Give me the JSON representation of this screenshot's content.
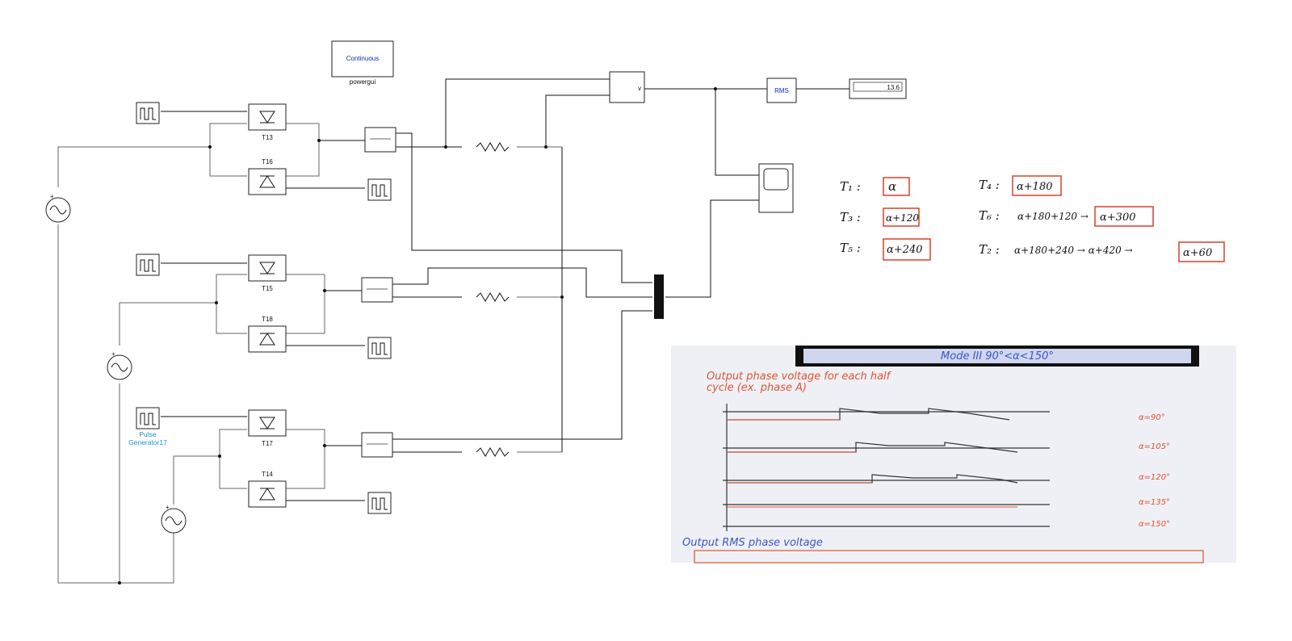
{
  "powergui": {
    "mode": "Continuous",
    "name": "powergui"
  },
  "rms_block": {
    "label": "RMS"
  },
  "display": {
    "value": "13.6"
  },
  "pulse_generator_label": "Pulse\nGenerator17",
  "thyristors": [
    "T13",
    "T16",
    "T15",
    "T18",
    "T17",
    "T14"
  ],
  "notes": {
    "left": [
      {
        "lhs": "T₁ :",
        "rhs": "α"
      },
      {
        "lhs": "T₃ :",
        "rhs": "α+120"
      },
      {
        "lhs": "T₅ :",
        "rhs": "α+240"
      }
    ],
    "right": [
      {
        "lhs": "T₄ :",
        "rhs": "α+180",
        "expr": ""
      },
      {
        "lhs": "T₆ :",
        "expr": "α+180+120 →",
        "rhs": "α+300"
      },
      {
        "lhs": "T₂ :",
        "expr": "α+180+240 → α+420 →",
        "rhs": "α+60"
      }
    ]
  },
  "lecture_image": {
    "banner": "Mode III   90°<α<150°",
    "heading_line1": "Output phase voltage for each half",
    "heading_line2": "cycle (ex. phase A)",
    "row_labels": [
      "α=90°",
      "α=105°",
      "α=120°",
      "α=135°",
      "α=150°"
    ],
    "footer": "Output RMS phase voltage"
  },
  "colors": {
    "annotation_box": "#d9412a",
    "rms_text": "#0b2fb0",
    "pulse_label": "#1a8fd0"
  }
}
